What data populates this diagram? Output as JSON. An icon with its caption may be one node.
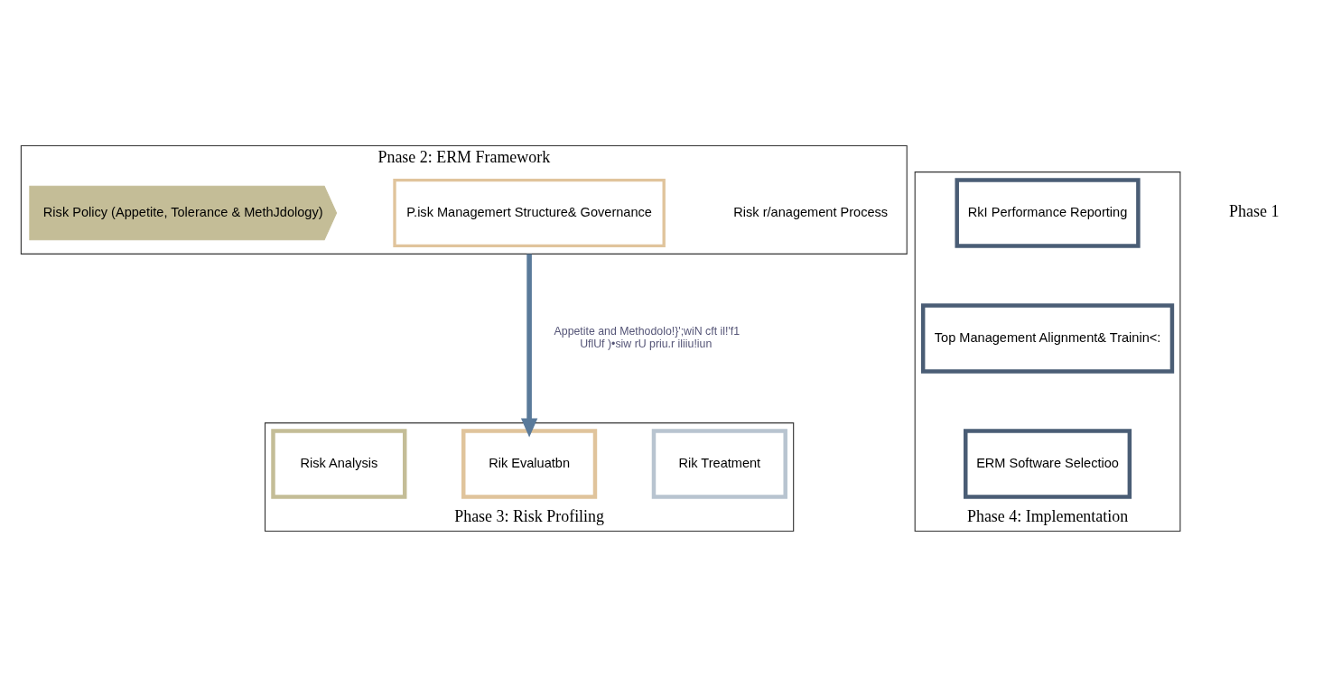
{
  "diagram": {
    "nodes": [
      {
        "text": [
          "Pnase 2: ERM Framework"
        ]
      },
      {
        "text": [
          "Risk Policy (Appetite, Tolerance & MethJdology)"
        ],
        "in": 0
      },
      {
        "text": [
          "P.isk Managemert Structure& Governance"
        ],
        "in": 0
      },
      {
        "text": [
          "Risk r/anagement Process"
        ],
        "in": 0
      },
      {
        "text": [
          "Phase 3: Risk Profiling"
        ]
      },
      {
        "text": [
          "Risk Analysis"
        ],
        "in": 4
      },
      {
        "text": [
          "Rik Evaluatbn"
        ],
        "in": 4
      },
      {
        "text": [
          "Rik Treatment"
        ],
        "in": 4
      },
      {
        "text": [
          "Phase 4: Implementation"
        ]
      },
      {
        "text": [
          "RkI Performance Reporting"
        ],
        "in": 8
      },
      {
        "text": [
          "Top Management Alignment& Trainin<:"
        ],
        "in": 8
      },
      {
        "text": [
          "ERM Software Selectioo"
        ],
        "in": 8
      }
    ],
    "edges": [
      {
        "from": 0,
        "to": 6,
        "arrow": "to",
        "label": "Appetite and Methodolo!}';wiN cft il!'f1 UflUf )•siw rU priu.r iliiu!iun"
      }
    ],
    "labels": [
      "Phase 1"
    ]
  }
}
